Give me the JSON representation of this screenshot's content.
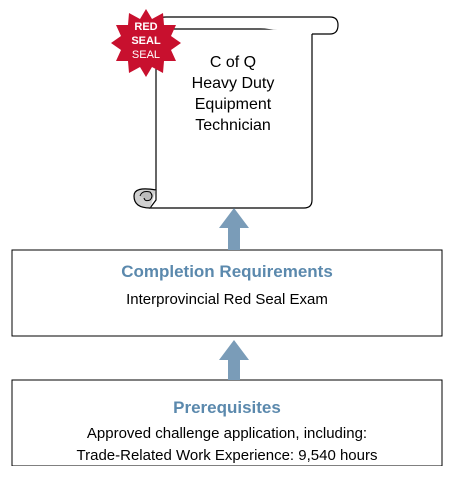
{
  "certificate": {
    "seal": {
      "line1": "RED",
      "line2": "SEAL",
      "line3": "SEAL",
      "color": "#c8102e"
    },
    "lines": [
      "C of Q",
      "Heavy Duty",
      "Equipment",
      "Technician"
    ]
  },
  "completion": {
    "title": "Completion Requirements",
    "body": "Interprovincial Red Seal Exam"
  },
  "prerequisites": {
    "title": "Prerequisites",
    "line1": "Approved challenge application, including:",
    "line2": "Trade-Related Work Experience:  9,540 hours"
  },
  "colors": {
    "accent": "#5b89ad",
    "arrow": "#7a9cb8",
    "seal": "#c8102e"
  }
}
